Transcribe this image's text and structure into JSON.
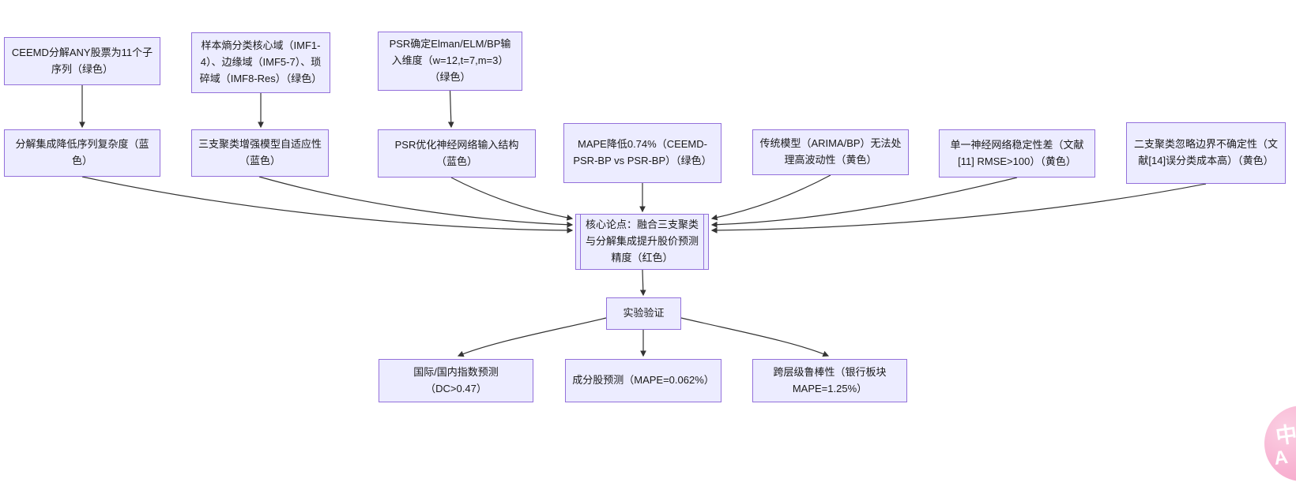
{
  "diagram": {
    "type": "flowchart",
    "nodes": {
      "ceemd": {
        "label": "CEEMD分解ANY股票为11个子序列（绿色）"
      },
      "entropy": {
        "label": "样本熵分类核心域（IMF1-4）、边缘域（IMF5-7）、琐碎域（IMF8-Res）（绿色）"
      },
      "psr_dim": {
        "label": "PSR确定Elman/ELM/BP输入维度（w=12,t=7,m=3）（绿色）"
      },
      "decompose": {
        "label": "分解集成降低序列复杂度（蓝色）"
      },
      "three_way": {
        "label": "三支聚类增强模型自适应性（蓝色）"
      },
      "psr_opt": {
        "label": "PSR优化神经网络输入结构（蓝色）"
      },
      "mape": {
        "label": "MAPE降低0.74%（CEEMD-PSR-BP vs PSR-BP）（绿色）"
      },
      "traditional": {
        "label": "传统模型（ARIMA/BP）无法处理高波动性（黄色）"
      },
      "single_nn": {
        "label": "单一神经网络稳定性差（文献[11] RMSE>100）（黄色）"
      },
      "two_way": {
        "label": "二支聚类忽略边界不确定性（文献[14]误分类成本高）（黄色）"
      },
      "core": {
        "label": "核心论点：融合三支聚类与分解集成提升股价预测精度（红色）"
      },
      "experiment": {
        "label": "实验验证"
      },
      "index_pred": {
        "label": "国际/国内指数预测（DC>0.47）"
      },
      "stock_pred": {
        "label": "成分股预测（MAPE=0.062%）"
      },
      "robustness": {
        "label": "跨层级鲁棒性（银行板块MAPE=1.25%）"
      }
    },
    "edges": [
      {
        "from": "ceemd",
        "to": "decompose"
      },
      {
        "from": "entropy",
        "to": "three_way"
      },
      {
        "from": "psr_dim",
        "to": "psr_opt"
      },
      {
        "from": "decompose",
        "to": "core"
      },
      {
        "from": "three_way",
        "to": "core"
      },
      {
        "from": "psr_opt",
        "to": "core"
      },
      {
        "from": "mape",
        "to": "core"
      },
      {
        "from": "traditional",
        "to": "core"
      },
      {
        "from": "single_nn",
        "to": "core"
      },
      {
        "from": "two_way",
        "to": "core"
      },
      {
        "from": "core",
        "to": "experiment"
      },
      {
        "from": "experiment",
        "to": "index_pred"
      },
      {
        "from": "experiment",
        "to": "stock_pred"
      },
      {
        "from": "experiment",
        "to": "robustness"
      }
    ],
    "colors": {
      "node_fill": "#ECECFF",
      "node_border": "#9370DB",
      "edge": "#333333",
      "text": "#1a1a1a",
      "background": "#ffffff",
      "fab_pink": "#F8B3D2"
    }
  },
  "fab": {
    "char_top": "中",
    "char_bottom": "A"
  }
}
